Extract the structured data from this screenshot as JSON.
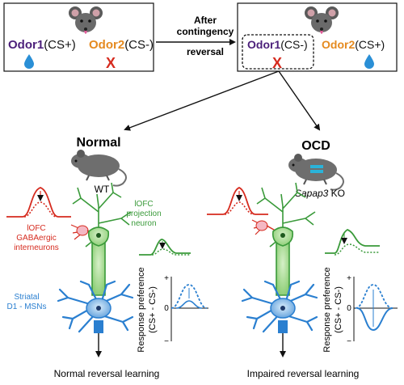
{
  "contingency": {
    "before": {
      "odor1_label": "Odor1",
      "odor1_tag": "(CS+)",
      "odor2_label": "Odor2",
      "odor2_tag": "(CS-)"
    },
    "arrow_label_line1": "After",
    "arrow_label_line2": "contingency",
    "arrow_label_line3": "reversal",
    "after": {
      "odor1_label": "Odor1",
      "odor1_tag": "(CS-)",
      "odor2_label": "Odor2",
      "odor2_tag": "(CS+)"
    }
  },
  "normal": {
    "title": "Normal",
    "mouse_label": "WT",
    "interneuron_label_1": "lOFC",
    "interneuron_label_2": "GABAergic",
    "interneuron_label_3": "interneurons",
    "projection_label_1": "lOFC",
    "projection_label_2": "projection",
    "projection_label_3": "neuron",
    "msn_label_1": "Striatal",
    "msn_label_2": "D1 - MSNs",
    "axis_label_1": "Response preference",
    "axis_label_2": "(CS+ - CS-)",
    "tick_plus": "+",
    "tick_zero": "0",
    "tick_minus": "−",
    "outcome": "Normal reversal learning"
  },
  "ocd": {
    "title": "OCD",
    "mouse_label_italic": "Sapap3",
    "mouse_label_rest": " KO",
    "axis_label_1": "Response preference",
    "axis_label_2": "(CS+ - CS-)",
    "tick_plus": "+",
    "tick_zero": "0",
    "tick_minus": "−",
    "outcome": "Impaired reversal learning"
  },
  "colors": {
    "odor1": "#4b1f7a",
    "odor2": "#e58a1f",
    "cross": "#d62b1f",
    "drop": "#2a8fd6",
    "interneuron": "#d62b1f",
    "projection": "#3a9a3a",
    "msn": "#2a7fd0",
    "mouse": "#6e6e6e",
    "ocd_mark": "#2ab3d9"
  }
}
